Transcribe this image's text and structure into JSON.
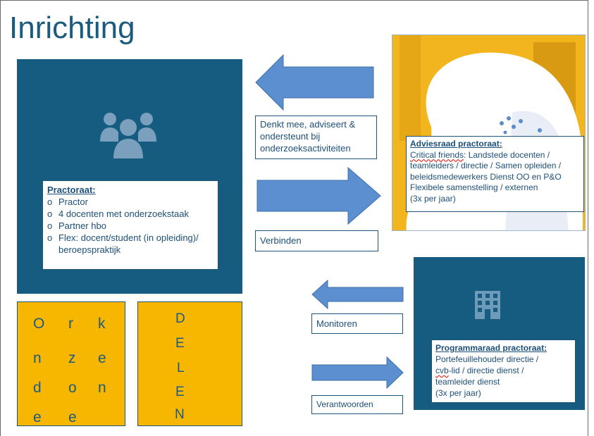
{
  "title": "Inrichting",
  "practoraat": {
    "heading": "Practoraat:",
    "items": [
      "Practor",
      "4 docenten met onderzoekstaak",
      "Partner hbo",
      "Flex: docent/student (in opleiding)/ beroepspraktijk"
    ]
  },
  "advies_label": "Denkt mee, adviseert & ondersteunt bij onderzoeksactiviteiten",
  "verbinden_label": "Verbinden",
  "adviesraad": {
    "heading": "Adviesraad practoraat:",
    "line1_prefix": "Critical friends",
    "line1_rest": ": Landstede docenten / teamleiders / directie / Samen opleiden / beleidsmedewerkers Dienst OO en P&O",
    "line2": "Flexibele samenstelling / externen",
    "line3": "(3x per jaar)"
  },
  "monitoren_label": "Monitoren",
  "verantwoorden_label": "Verantwoorden",
  "programmaraad": {
    "heading": "Programmaraad practoraat:",
    "line1": "Portefeuillehouder directie /",
    "line2_prefix": "cvb",
    "line2_rest": "-lid / directie dienst /",
    "line3": "teamleider dienst",
    "line4": "(3x per jaar)"
  },
  "onderzoek_letters": {
    "col1": [
      "O",
      "n",
      "d",
      "e"
    ],
    "col2": [
      "r",
      "z",
      "o",
      "e"
    ],
    "col3": [
      "k",
      "e",
      "n"
    ]
  },
  "delen_letters": [
    "D",
    "E",
    "L",
    "E",
    "N"
  ],
  "colors": {
    "panel_blue": "#165b80",
    "title_blue": "#1a5b7e",
    "arrow_blue": "#5b8fd0",
    "yellow": "#f7b700",
    "text_blue": "#1d4f78"
  },
  "icons": [
    "people-group-icon",
    "building-icon"
  ]
}
